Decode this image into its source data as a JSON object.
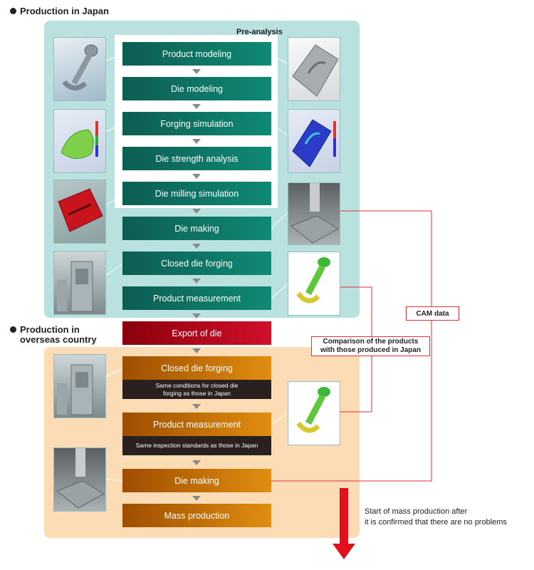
{
  "sections": {
    "japan_heading": "Production in Japan",
    "overseas_heading_line1": "Production in",
    "overseas_heading_line2": "overseas country",
    "pre_analysis_label": "Pre-analysis"
  },
  "steps": {
    "product_modeling": "Product modeling",
    "die_modeling": "Die modeling",
    "forging_simulation": "Forging simulation",
    "die_strength_analysis": "Die strength analysis",
    "die_milling_simulation": "Die milling simulation",
    "die_making": "Die making",
    "closed_die_forging": "Closed die forging",
    "product_measurement": "Product measurement",
    "export_of_die": "Export of die",
    "overseas_closed_die_forging": "Closed die forging",
    "overseas_forging_note_line1": "Same conditions for closed die",
    "overseas_forging_note_line2": "forging as those in Japan",
    "overseas_product_measurement": "Product measurement",
    "overseas_measurement_note": "Same inspection standards as those in Japan",
    "overseas_die_making": "Die making",
    "mass_production": "Mass production"
  },
  "callouts": {
    "cam_data": "CAM data",
    "comparison_line1": "Comparison of the products",
    "comparison_line2": "with those produced in Japan",
    "start_line1": "Start of mass production after",
    "start_line2": "it is confirmed that there are no problems"
  },
  "colors": {
    "teal": "#0f8a74",
    "red": "#d1102a",
    "orange": "#e08e10",
    "callout_border": "#e0303a",
    "japan_panel": "#b8e1df",
    "overseas_panel": "#fbdcb4"
  }
}
